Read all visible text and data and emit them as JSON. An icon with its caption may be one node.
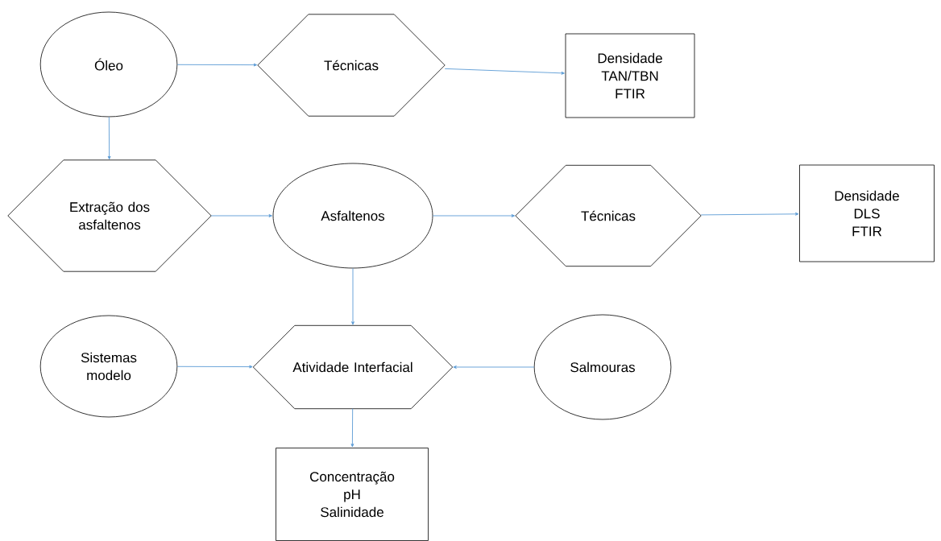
{
  "diagram": {
    "nodes": [
      {
        "text": [
          "Óleo"
        ]
      },
      {
        "text": [
          "Técnicas"
        ]
      },
      {
        "text": [
          "Densidade",
          "TAN/TBN",
          "FTIR"
        ]
      },
      {
        "text": [
          "Extração dos asfaltenos"
        ]
      },
      {
        "text": [
          "Asfaltenos"
        ]
      },
      {
        "text": [
          "Técnicas"
        ]
      },
      {
        "text": [
          "Densidade",
          "DLS",
          "FTIR"
        ]
      },
      {
        "text": [
          "Sistemas modelo"
        ]
      },
      {
        "text": [
          "Atividade Interfacial"
        ]
      },
      {
        "text": [
          "Salmouras"
        ]
      },
      {
        "text": [
          "Concentração",
          "pH",
          "Salinidade"
        ]
      }
    ],
    "edges": [
      {
        "from": 0,
        "to": 1,
        "arrow": "to"
      },
      {
        "from": 1,
        "to": 2,
        "arrow": "to"
      },
      {
        "from": 0,
        "to": 3,
        "arrow": "to"
      },
      {
        "from": 3,
        "to": 4,
        "arrow": "to"
      },
      {
        "from": 4,
        "to": 5,
        "arrow": "to"
      },
      {
        "from": 5,
        "to": 6,
        "arrow": "to"
      },
      {
        "from": 4,
        "to": 8,
        "arrow": "to"
      },
      {
        "from": 7,
        "to": 8,
        "arrow": "to"
      },
      {
        "from": 9,
        "to": 8,
        "arrow": "to"
      },
      {
        "from": 8,
        "to": 10,
        "arrow": "to"
      }
    ]
  }
}
